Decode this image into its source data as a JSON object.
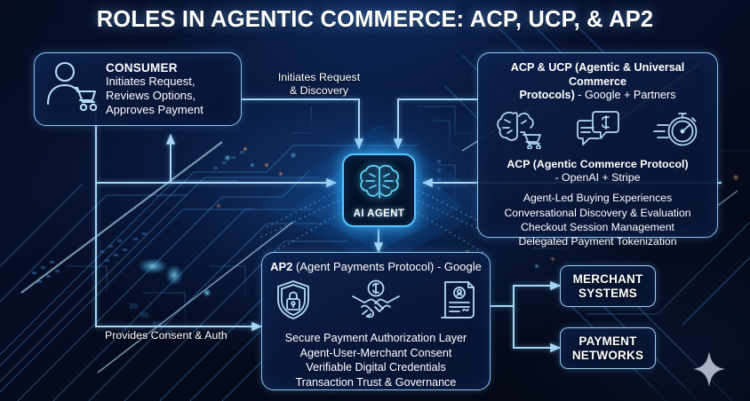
{
  "page": {
    "title": "ROLES IN AGENTIC COMMERCE: ACP, UCP, & AP2",
    "accent_cyan": "#57c8ff",
    "line_blue": "#8fc6ef",
    "background": "#050a1c"
  },
  "consumer": {
    "heading": "CONSUMER",
    "line1": "Initiates Request,",
    "line2": "Reviews Options,",
    "line3": "Approves Payment",
    "icon": "person-with-cart-icon"
  },
  "agent": {
    "label": "AI AGENT",
    "icon": "brain-icon"
  },
  "acp_ucp": {
    "title_bold": "ACP & UCP (Agentic & Universal Commerce",
    "title_line2_bold": "Protocols)",
    "title_line2_reg": " - Google + Partners",
    "sub_bold": "ACP (Agentic Commerce Protocol)",
    "sub_reg": "- OpenAI + Stripe",
    "icons": [
      "brain-cart-icon",
      "chat-bubbles-dollar-icon",
      "stopwatch-icon"
    ],
    "bullets": [
      "Agent-Led Buying Experiences",
      "Conversational Discovery & Evaluation",
      "Checkout Session Management",
      "Delegated Payment Tokenization"
    ]
  },
  "ap2": {
    "title_bold": "AP2",
    "title_reg": " (Agent Payments Protocol) - Google",
    "icons": [
      "shield-lock-icon",
      "handshake-dollar-icon",
      "certificate-document-icon"
    ],
    "bullets": [
      "Secure Payment Authorization Layer",
      "Agent-User-Merchant Consent",
      "Verifiable Digital Credentials",
      "Transaction Trust & Governance"
    ]
  },
  "right_nodes": [
    {
      "line1": "MERCHANT",
      "line2": "SYSTEMS"
    },
    {
      "line1": "PAYMENT",
      "line2": "NETWORKS"
    }
  ],
  "connectors": [
    {
      "id": "initiates",
      "line1": "Initiates Request",
      "line2": "& Discovery"
    },
    {
      "id": "consent",
      "line1": "Provides Consent & Auth",
      "line2": ""
    }
  ],
  "decor": {
    "sparkle": "four-point-star-icon"
  }
}
